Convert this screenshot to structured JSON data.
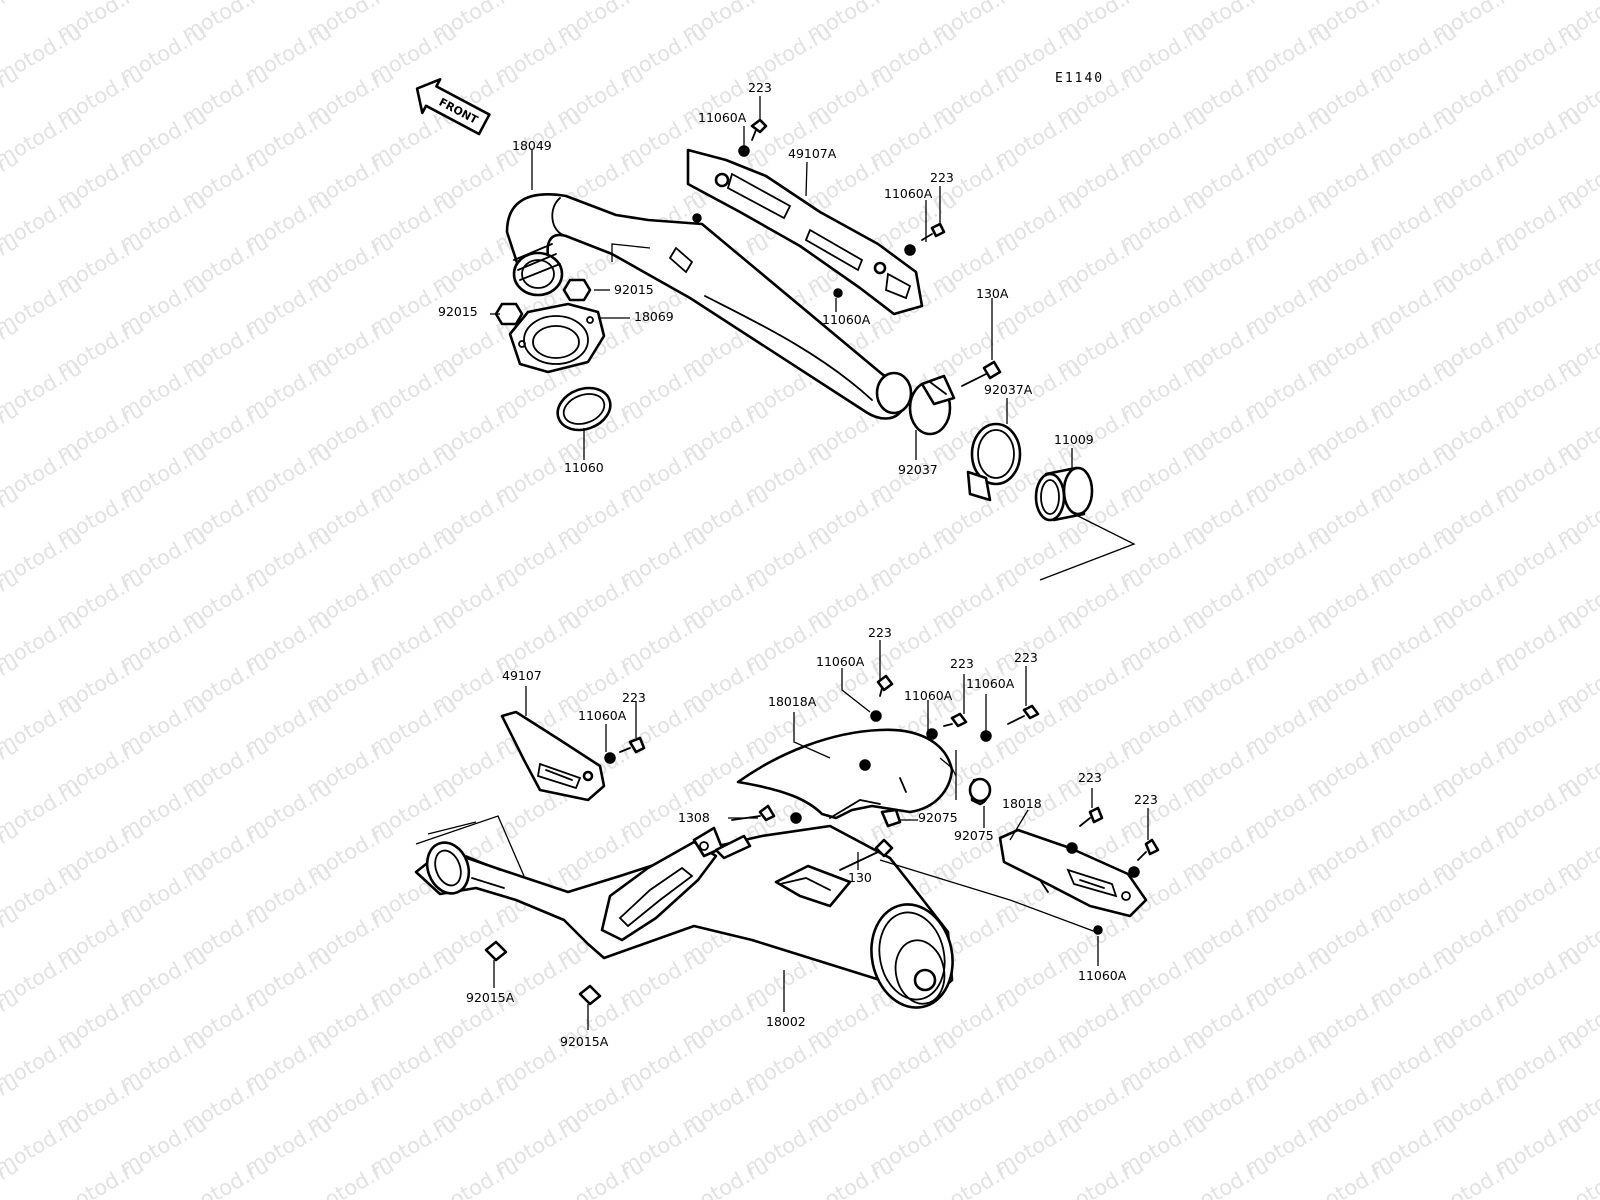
{
  "watermark": "motod.ru",
  "diagram_code": "E1140",
  "front_label": "FRONT",
  "labels": {
    "l_223_a": "223",
    "l_11060A_a": "11060A",
    "l_49107A": "49107A",
    "l_18049": "18049",
    "l_223_b": "223",
    "l_11060A_b": "11060A",
    "l_92015_a": "92015",
    "l_92015_b": "92015",
    "l_18069": "18069",
    "l_11060A_c": "11060A",
    "l_130A": "130A",
    "l_92037A": "92037A",
    "l_11060": "11060",
    "l_92037": "92037",
    "l_11009": "11009",
    "l_223_c": "223",
    "l_11060A_d": "11060A",
    "l_223_d": "223",
    "l_223_e": "223",
    "l_49107": "49107",
    "l_11060A_e": "11060A",
    "l_11060A_f": "11060A",
    "l_223_f": "223",
    "l_11060A_g": "11060A",
    "l_18018A": "18018A",
    "l_1308": "1308",
    "l_92075_a": "92075",
    "l_92075_b": "92075",
    "l_18018": "18018",
    "l_223_g": "223",
    "l_223_h": "223",
    "l_130": "130",
    "l_11060A_h": "11060A",
    "l_92015A_a": "92015A",
    "l_92015A_b": "92015A",
    "l_18002": "18002"
  }
}
